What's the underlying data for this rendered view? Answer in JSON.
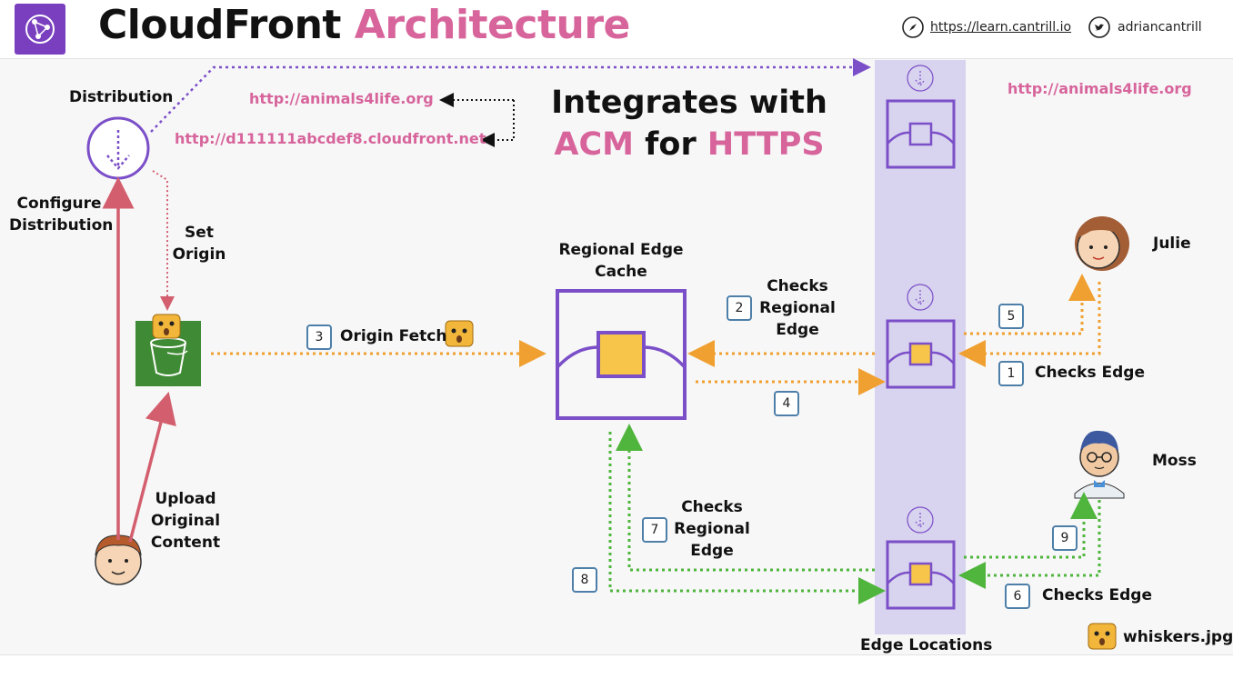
{
  "header": {
    "title_main": "CloudFront",
    "title_accent": "Architecture",
    "site_link": "https://learn.cantrill.io",
    "twitter_handle": "adriancantrill",
    "logo_icon": "cloudfront-logo-icon",
    "site_icon": "compass-icon",
    "twitter_icon": "twitter-icon"
  },
  "labels": {
    "distribution": "Distribution",
    "configure_1": "Configure",
    "configure_2": "Distribution",
    "set_origin_1": "Set",
    "set_origin_2": "Origin",
    "upload_1": "Upload",
    "upload_2": "Original",
    "upload_3": "Content",
    "origin_fetch": "Origin Fetch",
    "regional_cache_1": "Regional Edge",
    "regional_cache_2": "Cache",
    "checks_regional_1": "Checks",
    "checks_regional_2": "Regional",
    "checks_regional_3": "Edge",
    "checks_edge": "Checks Edge",
    "julie": "Julie",
    "moss": "Moss",
    "edge_locations": "Edge Locations",
    "whiskers": "whiskers.jpg"
  },
  "urls": {
    "custom_domain": "http://animals4life.org",
    "cloudfront_domain": "http://d111111abcdef8.cloudfront.net",
    "custom_domain_right": "http://animals4life.org"
  },
  "headline": {
    "line1": "Integrates with",
    "acm": "ACM",
    "for": "for",
    "https": "HTTPS"
  },
  "steps": {
    "s1": "1",
    "s2": "2",
    "s3": "3",
    "s4": "4",
    "s5": "5",
    "s6": "6",
    "s7": "7",
    "s8": "8",
    "s9": "9"
  },
  "colors": {
    "purple": "#7b4fc8",
    "pink": "#d7649b",
    "red_arrow": "#d35f6e",
    "orange": "#f0a030",
    "green": "#4fb53c",
    "edge_band": "#d8d3ee",
    "s3_green": "#3f8a34",
    "badge_border": "#4d7fa8"
  }
}
